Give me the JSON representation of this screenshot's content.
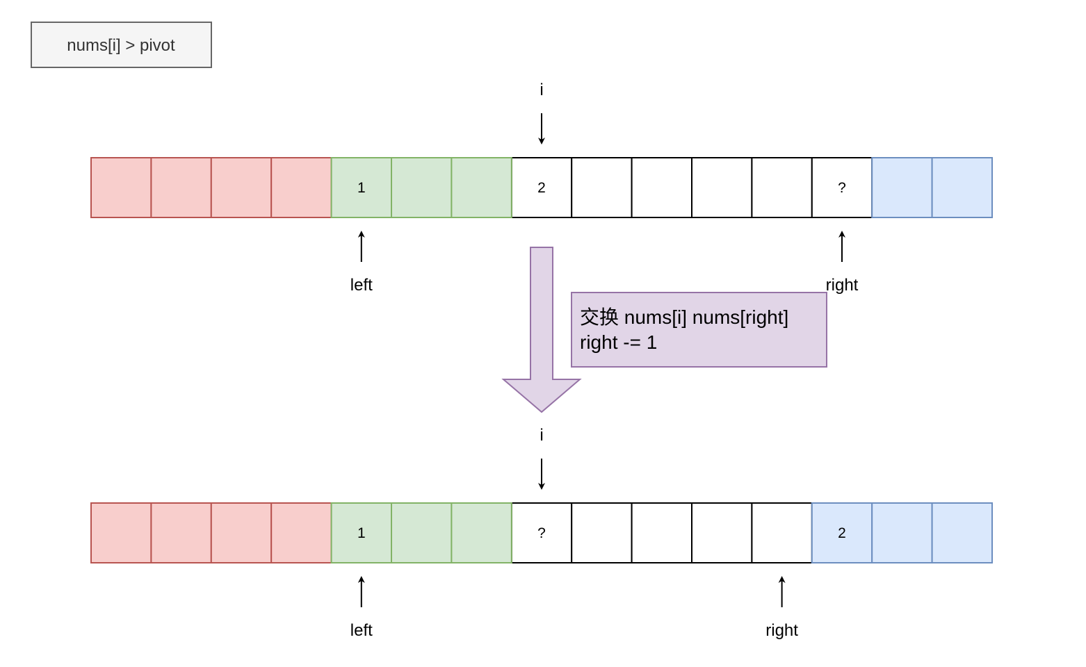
{
  "condition_label": "nums[i] > pivot",
  "operation": {
    "line1": "交换 nums[i]  nums[right]",
    "line2": "right -= 1"
  },
  "colors": {
    "red_fill": "#f8cecc",
    "red_stroke": "#b85450",
    "green_fill": "#d5e8d4",
    "green_stroke": "#82b366",
    "white_fill": "#ffffff",
    "white_stroke": "#000000",
    "blue_fill": "#dae8fc",
    "blue_stroke": "#6c8ebf",
    "arrow_fill": "#e1d5e7",
    "arrow_stroke": "#9673a6"
  },
  "before": {
    "cells": [
      {
        "region": "red",
        "value": ""
      },
      {
        "region": "red",
        "value": ""
      },
      {
        "region": "red",
        "value": ""
      },
      {
        "region": "red",
        "value": ""
      },
      {
        "region": "green",
        "value": "1"
      },
      {
        "region": "green",
        "value": ""
      },
      {
        "region": "green",
        "value": ""
      },
      {
        "region": "white",
        "value": "2"
      },
      {
        "region": "white",
        "value": ""
      },
      {
        "region": "white",
        "value": ""
      },
      {
        "region": "white",
        "value": ""
      },
      {
        "region": "white",
        "value": ""
      },
      {
        "region": "white",
        "value": "?"
      },
      {
        "region": "blue",
        "value": ""
      },
      {
        "region": "blue",
        "value": ""
      }
    ],
    "pointers": [
      {
        "label": "i",
        "cell": 7,
        "direction": "down"
      },
      {
        "label": "left",
        "cell": 4,
        "direction": "up"
      },
      {
        "label": "right",
        "cell": 12,
        "direction": "up"
      }
    ]
  },
  "after": {
    "cells": [
      {
        "region": "red",
        "value": ""
      },
      {
        "region": "red",
        "value": ""
      },
      {
        "region": "red",
        "value": ""
      },
      {
        "region": "red",
        "value": ""
      },
      {
        "region": "green",
        "value": "1"
      },
      {
        "region": "green",
        "value": ""
      },
      {
        "region": "green",
        "value": ""
      },
      {
        "region": "white",
        "value": "?"
      },
      {
        "region": "white",
        "value": ""
      },
      {
        "region": "white",
        "value": ""
      },
      {
        "region": "white",
        "value": ""
      },
      {
        "region": "white",
        "value": ""
      },
      {
        "region": "blue",
        "value": "2"
      },
      {
        "region": "blue",
        "value": ""
      },
      {
        "region": "blue",
        "value": ""
      }
    ],
    "pointers": [
      {
        "label": "i",
        "cell": 7,
        "direction": "down"
      },
      {
        "label": "left",
        "cell": 4,
        "direction": "up"
      },
      {
        "label": "right",
        "cell": 11,
        "direction": "up"
      }
    ]
  }
}
